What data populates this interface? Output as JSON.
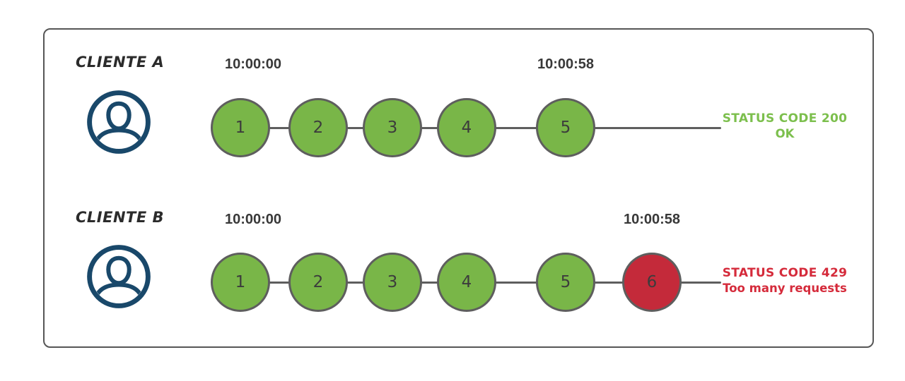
{
  "rows": [
    {
      "client_label": "CLIENTE A",
      "start_time": "10:00:00",
      "end_time": "10:00:58",
      "requests": [
        {
          "label": "1",
          "state": "ok"
        },
        {
          "label": "2",
          "state": "ok"
        },
        {
          "label": "3",
          "state": "ok"
        },
        {
          "label": "4",
          "state": "ok"
        },
        {
          "label": "5",
          "state": "ok"
        }
      ],
      "status_code_line": "STATUS CODE 200",
      "status_desc_line": "OK",
      "status_type": "success"
    },
    {
      "client_label": "CLIENTE B",
      "start_time": "10:00:00",
      "end_time": "10:00:58",
      "requests": [
        {
          "label": "1",
          "state": "ok"
        },
        {
          "label": "2",
          "state": "ok"
        },
        {
          "label": "3",
          "state": "ok"
        },
        {
          "label": "4",
          "state": "ok"
        },
        {
          "label": "5",
          "state": "ok"
        },
        {
          "label": "6",
          "state": "blocked"
        }
      ],
      "status_code_line": "STATUS CODE 429",
      "status_desc_line": "Too many requests",
      "status_type": "error"
    }
  ],
  "colors": {
    "request_ok": "#79b648",
    "request_blocked": "#c42a3a",
    "status_success_text": "#7cbf4d",
    "status_error_text": "#d52b3b",
    "connector": "#5e5e5e",
    "avatar": "#19486a",
    "timestamp_text": "#383838",
    "label_text": "#2b2b2b",
    "frame_border": "#565656"
  },
  "icons": {
    "avatar": "user-circle-icon"
  }
}
